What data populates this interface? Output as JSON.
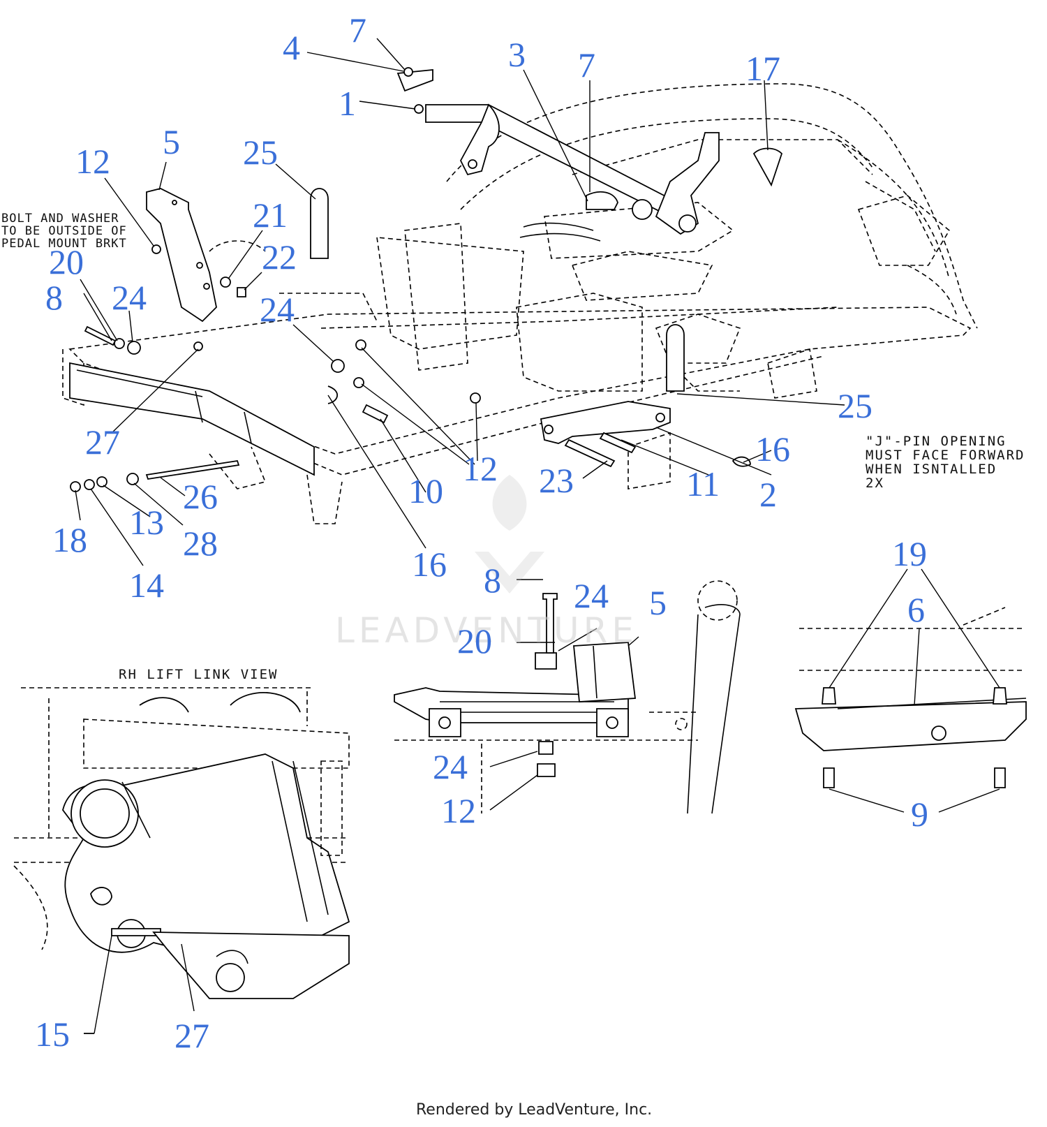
{
  "callouts": [
    {
      "id": "c-7a",
      "text": "7"
    },
    {
      "id": "c-4",
      "text": "4"
    },
    {
      "id": "c-3",
      "text": "3"
    },
    {
      "id": "c-7b",
      "text": "7"
    },
    {
      "id": "c-17",
      "text": "17"
    },
    {
      "id": "c-1",
      "text": "1"
    },
    {
      "id": "c-12a",
      "text": "12"
    },
    {
      "id": "c-5a",
      "text": "5"
    },
    {
      "id": "c-25a",
      "text": "25"
    },
    {
      "id": "c-21",
      "text": "21"
    },
    {
      "id": "c-22",
      "text": "22"
    },
    {
      "id": "c-20a",
      "text": "20"
    },
    {
      "id": "c-8a",
      "text": "8"
    },
    {
      "id": "c-24a",
      "text": "24"
    },
    {
      "id": "c-24b",
      "text": "24"
    },
    {
      "id": "c-27a",
      "text": "27"
    },
    {
      "id": "c-25b",
      "text": "25"
    },
    {
      "id": "c-16a",
      "text": "16"
    },
    {
      "id": "c-12b",
      "text": "12"
    },
    {
      "id": "c-23",
      "text": "23"
    },
    {
      "id": "c-11",
      "text": "11"
    },
    {
      "id": "c-2",
      "text": "2"
    },
    {
      "id": "c-10",
      "text": "10"
    },
    {
      "id": "c-26",
      "text": "26"
    },
    {
      "id": "c-13",
      "text": "13"
    },
    {
      "id": "c-28",
      "text": "28"
    },
    {
      "id": "c-18",
      "text": "18"
    },
    {
      "id": "c-16b",
      "text": "16"
    },
    {
      "id": "c-14",
      "text": "14"
    },
    {
      "id": "c-8b",
      "text": "8"
    },
    {
      "id": "c-24c",
      "text": "24"
    },
    {
      "id": "c-5b",
      "text": "5"
    },
    {
      "id": "c-20b",
      "text": "20"
    },
    {
      "id": "c-24d",
      "text": "24"
    },
    {
      "id": "c-12c",
      "text": "12"
    },
    {
      "id": "c-19",
      "text": "19"
    },
    {
      "id": "c-6",
      "text": "6"
    },
    {
      "id": "c-9",
      "text": "9"
    },
    {
      "id": "c-15",
      "text": "15"
    },
    {
      "id": "c-27b",
      "text": "27"
    }
  ],
  "notes": {
    "bolt_washer": [
      "BOLT AND WASHER",
      "TO BE OUTSIDE OF",
      "PEDAL MOUNT BRKT"
    ],
    "j_pin": [
      "\"J\"-PIN OPENING",
      "MUST FACE FORWARD",
      "WHEN ISNTALLED",
      "2X"
    ],
    "rh_view": "RH LIFT LINK VIEW"
  },
  "watermark": "LEADVENTURE",
  "footer": "Rendered by LeadVenture, Inc.",
  "colors": {
    "callout": "#3a6fd8",
    "line": "#000000",
    "background": "#ffffff"
  }
}
